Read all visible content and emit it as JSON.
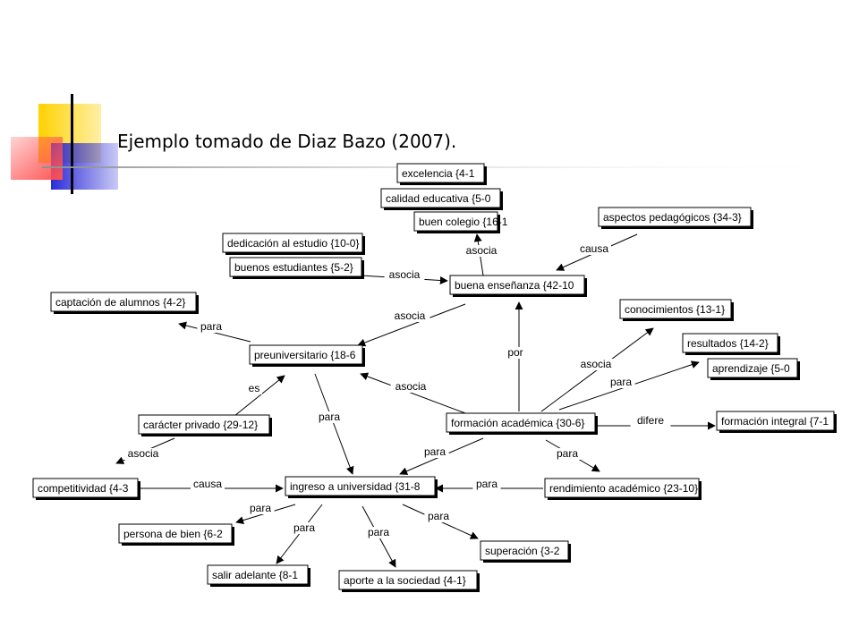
{
  "slide": {
    "title": "Ejemplo tomado de Diaz Bazo (2007)."
  },
  "colors": {
    "deco_yellow": "#ffd200",
    "deco_blue": "#2b2bd8",
    "deco_red": "#ff5050"
  },
  "nodes": [
    {
      "id": "excelencia",
      "label": "excelencia {4-1"
    },
    {
      "id": "calidad",
      "label": "calidad educativa {5-0"
    },
    {
      "id": "buencolegio",
      "label": "buen colegio {16-1"
    },
    {
      "id": "aspectos",
      "label": "aspectos pedagógicos {34-3}"
    },
    {
      "id": "dedicacion",
      "label": "dedicación al estudio {10-0}"
    },
    {
      "id": "buenosest",
      "label": "buenos estudiantes {5-2}"
    },
    {
      "id": "buenaens",
      "label": "buena enseñanza {42-10"
    },
    {
      "id": "captacion",
      "label": "captación de alumnos {4-2}"
    },
    {
      "id": "conocimientos",
      "label": "conocimientos {13-1}"
    },
    {
      "id": "preuni",
      "label": "preuniversitario {18-6"
    },
    {
      "id": "resultados",
      "label": "resultados {14-2}"
    },
    {
      "id": "aprendizaje",
      "label": "aprendizaje {5-0"
    },
    {
      "id": "caracter",
      "label": "carácter privado {29-12}"
    },
    {
      "id": "formacion",
      "label": "formación académica {30-6}"
    },
    {
      "id": "integral",
      "label": "formación integral {7-1"
    },
    {
      "id": "competitividad",
      "label": "competitividad {4-3"
    },
    {
      "id": "ingreso",
      "label": "ingreso a universidad {31-8"
    },
    {
      "id": "rendimiento",
      "label": "rendimiento académico {23-10}"
    },
    {
      "id": "persona",
      "label": "persona de bien {6-2"
    },
    {
      "id": "superacion",
      "label": "superación {3-2"
    },
    {
      "id": "salir",
      "label": "salir adelante {8-1"
    },
    {
      "id": "aporte",
      "label": "aporte a la sociedad {4-1}"
    }
  ],
  "edges": [
    {
      "label": "asocia",
      "from": "buenaens",
      "to": "buencolegio"
    },
    {
      "label": "causa",
      "from": "aspectos",
      "to": "buenaens"
    },
    {
      "label": "asocia",
      "from": "buenosest",
      "to": "buenaens"
    },
    {
      "label": "asocia",
      "from": "preuni",
      "to": "buenaens"
    },
    {
      "label": "para",
      "from": "preuni",
      "to": "captacion"
    },
    {
      "label": "por",
      "from": "formacion",
      "to": "buenaens"
    },
    {
      "label": "asocia",
      "from": "formacion",
      "to": "conocimientos"
    },
    {
      "label": "para",
      "from": "formacion",
      "to": "resultados"
    },
    {
      "label": "asocia",
      "from": "formacion",
      "to": "preuni"
    },
    {
      "label": "difere",
      "from": "formacion",
      "to": "integral"
    },
    {
      "label": "es",
      "from": "caracter",
      "to": "preuni"
    },
    {
      "label": "para",
      "from": "preuni",
      "to": "ingreso"
    },
    {
      "label": "asocia",
      "from": "caracter",
      "to": "competitividad"
    },
    {
      "label": "causa",
      "from": "competitividad",
      "to": "ingreso"
    },
    {
      "label": "para",
      "from": "formacion",
      "to": "ingreso"
    },
    {
      "label": "para",
      "from": "formacion",
      "to": "rendimiento"
    },
    {
      "label": "para",
      "from": "rendimiento",
      "to": "ingreso"
    },
    {
      "label": "para",
      "from": "ingreso",
      "to": "persona"
    },
    {
      "label": "para",
      "from": "ingreso",
      "to": "salir"
    },
    {
      "label": "para",
      "from": "ingreso",
      "to": "aporte"
    },
    {
      "label": "para",
      "from": "ingreso",
      "to": "superacion"
    }
  ]
}
